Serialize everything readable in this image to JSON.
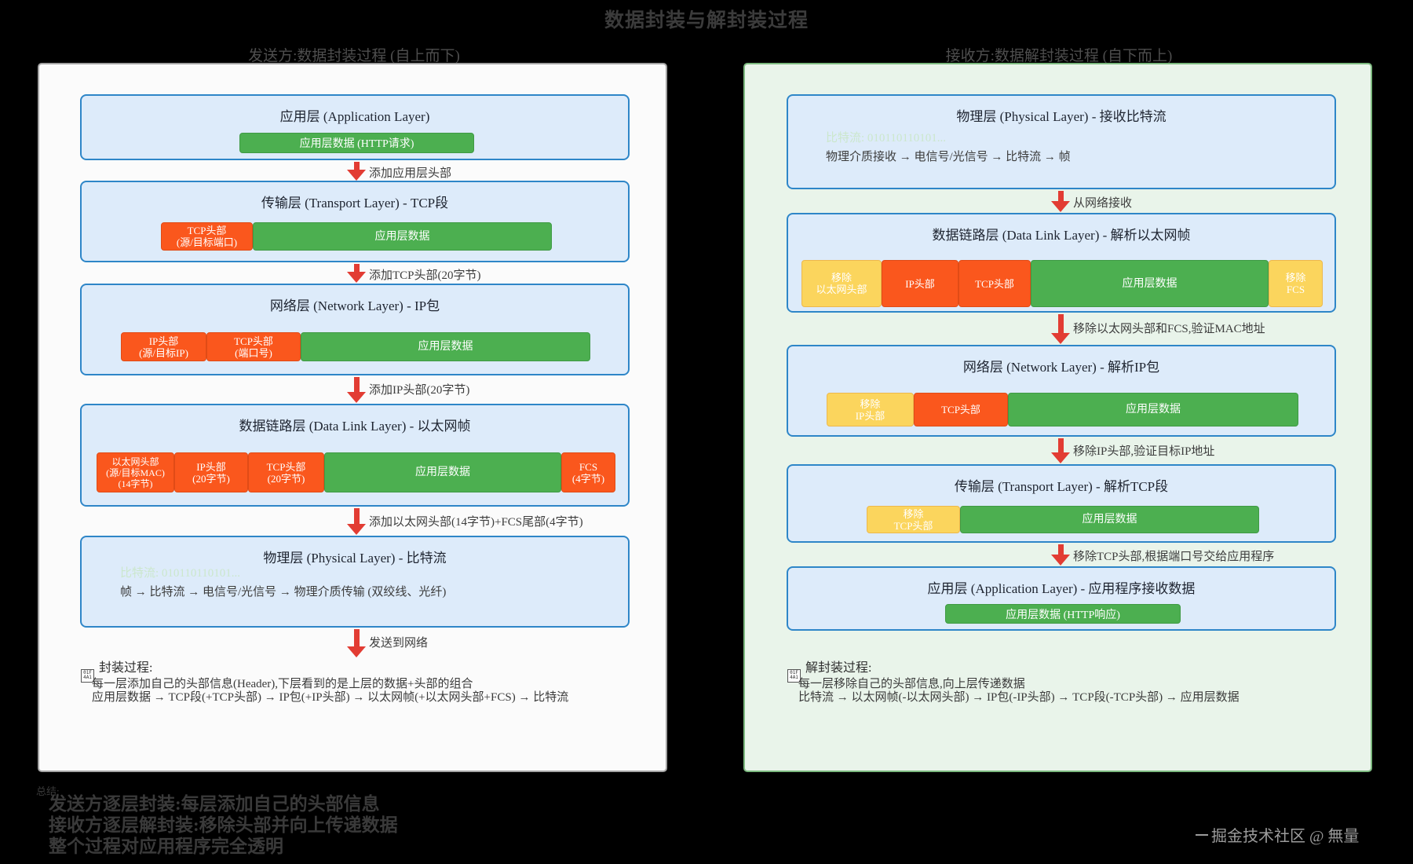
{
  "title": "数据封装与解封装过程",
  "panels": {
    "left": {
      "header": "发送方:数据封装过程 (自上而下)",
      "boxes": {
        "app": {
          "title": "应用层 (Application Layer)",
          "data": "应用层数据 (HTTP请求)"
        },
        "transport": {
          "title": "传输层 (Transport Layer) - TCP段",
          "tcp_l1": "TCP头部",
          "tcp_l2": "(源/目标端口)",
          "data": "应用层数据"
        },
        "network": {
          "title": "网络层 (Network Layer) - IP包",
          "ip_l1": "IP头部",
          "ip_l2": "(源/目标IP)",
          "tcp_l1": "TCP头部",
          "tcp_l2": "(端口号)",
          "data": "应用层数据"
        },
        "datalink": {
          "title": "数据链路层 (Data Link Layer) - 以太网帧",
          "eth_l1": "以太网头部",
          "eth_l2": "(源/目标MAC)",
          "eth_l3": "(14字节)",
          "ip_l1": "IP头部",
          "ip_l2": "(20字节)",
          "tcp_l1": "TCP头部",
          "tcp_l2": "(20字节)",
          "data": "应用层数据",
          "fcs_l1": "FCS",
          "fcs_l2": "(4字节)"
        },
        "physical": {
          "title": "物理层 (Physical Layer) - 比特流",
          "bitstream": "比特流: 010110110101...",
          "flow": "帧 → 比特流 → 电信号/光信号 → 物理介质传输 (双绞线、光纤)"
        }
      },
      "arrows": {
        "a1": "添加应用层头部",
        "a2": "添加TCP头部(20字节)",
        "a3": "添加IP头部(20字节)",
        "a4": "添加以太网头部(14字节)+FCS尾部(4字节)",
        "a5": "发送到网络"
      },
      "note": {
        "tofu1": "01F",
        "tofu2": "4A1",
        "title": "封装过程:",
        "line1": "每一层添加自己的头部信息(Header),下层看到的是上层的数据+头部的组合",
        "line2": "应用层数据 → TCP段(+TCP头部) → IP包(+IP头部) → 以太网帧(+以太网头部+FCS) → 比特流"
      }
    },
    "right": {
      "header": "接收方:数据解封装过程 (自下而上)",
      "boxes": {
        "physical": {
          "title": "物理层 (Physical Layer) - 接收比特流",
          "bitstream": "比特流: 010110110101...",
          "flow": "物理介质接收 → 电信号/光信号 → 比特流 → 帧"
        },
        "datalink": {
          "title": "数据链路层 (Data Link Layer) - 解析以太网帧",
          "rm_eth_l1": "移除",
          "rm_eth_l2": "以太网头部",
          "ip": "IP头部",
          "tcp": "TCP头部",
          "data": "应用层数据",
          "rm_fcs_l1": "移除",
          "rm_fcs_l2": "FCS"
        },
        "network": {
          "title": "网络层 (Network Layer) - 解析IP包",
          "rm_ip_l1": "移除",
          "rm_ip_l2": "IP头部",
          "tcp": "TCP头部",
          "data": "应用层数据"
        },
        "transport": {
          "title": "传输层 (Transport Layer) - 解析TCP段",
          "rm_tcp_l1": "移除",
          "rm_tcp_l2": "TCP头部",
          "data": "应用层数据"
        },
        "app": {
          "title": "应用层 (Application Layer) - 应用程序接收数据",
          "data": "应用层数据 (HTTP响应)"
        }
      },
      "arrows": {
        "r1": "从网络接收",
        "r2": "移除以太网头部和FCS,验证MAC地址",
        "r3": "移除IP头部,验证目标IP地址",
        "r4": "移除TCP头部,根据端口号交给应用程序"
      },
      "note": {
        "tofu1": "01F",
        "tofu2": "4A1",
        "title": "解封装过程:",
        "line1": "每一层移除自己的头部信息,向上层传递数据",
        "line2": "比特流 → 以太网帧(-以太网头部) → IP包(-IP头部) → TCP段(-TCP头部) → 应用层数据"
      }
    }
  },
  "footer": {
    "label": "总结:",
    "line1": "发送方逐层封装:每层添加自己的头部信息",
    "line2": "接收方逐层解封装:移除头部并向上传递数据",
    "line3": "整个过程对应用程序完全透明",
    "watermark": "掘金技术社区 @ 無量"
  }
}
